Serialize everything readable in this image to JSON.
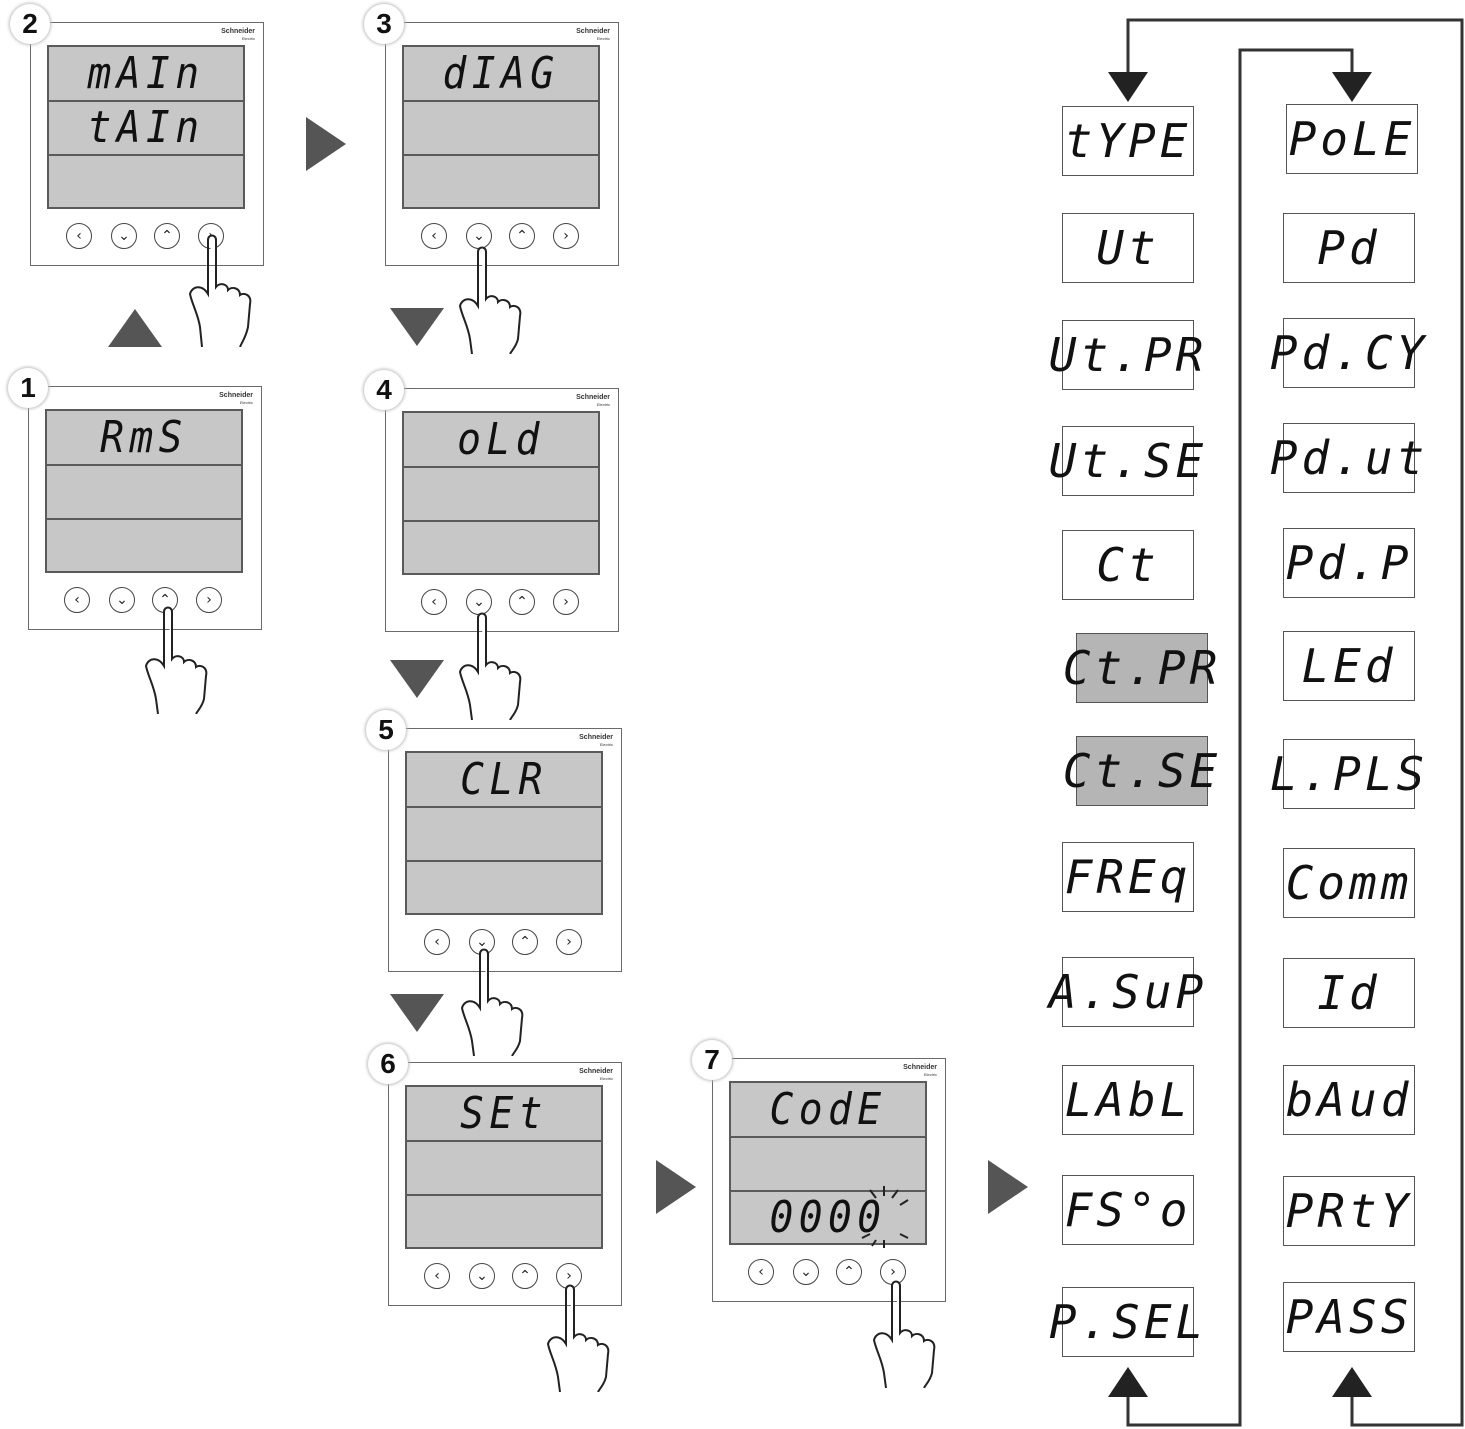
{
  "brand": {
    "name": "Schneider",
    "sub": "Electric"
  },
  "keys": {
    "left": "‹",
    "down": "⌄",
    "up": "⌃",
    "right": "›"
  },
  "steps": [
    {
      "number": "1",
      "lines": [
        "RmS",
        "",
        ""
      ],
      "pressed": "up"
    },
    {
      "number": "2",
      "lines": [
        "mAIn",
        "tAIn",
        ""
      ],
      "pressed": "right"
    },
    {
      "number": "3",
      "lines": [
        "dIAG",
        "",
        ""
      ],
      "pressed": "down"
    },
    {
      "number": "4",
      "lines": [
        "oLd",
        "",
        ""
      ],
      "pressed": "down"
    },
    {
      "number": "5",
      "lines": [
        "CLR",
        "",
        ""
      ],
      "pressed": "down"
    },
    {
      "number": "6",
      "lines": [
        "SEt",
        "",
        ""
      ],
      "pressed": "right"
    },
    {
      "number": "7",
      "lines": [
        "CodE",
        "",
        "0000"
      ],
      "pressed": "right"
    }
  ],
  "menu_left": [
    "tYPE",
    "Ut",
    "Ut.PR",
    "Ut.SE",
    "Ct",
    "Ct.PR",
    "Ct.SE",
    "FREq",
    "A.SuP",
    "LAbL",
    "FS°o",
    "P.SEL"
  ],
  "menu_left_highlighted": [
    "Ct.PR",
    "Ct.SE"
  ],
  "menu_right": [
    "PoLE",
    "Pd",
    "Pd.CY",
    "Pd.ut",
    "Pd.P",
    "LEd",
    "L.PLS",
    "Comm",
    "Id",
    "bAud",
    "PRtY",
    "PASS"
  ],
  "colors": {
    "screen": "#c7c7c7",
    "highlight": "#b5b5b5",
    "arrow": "#555555"
  }
}
